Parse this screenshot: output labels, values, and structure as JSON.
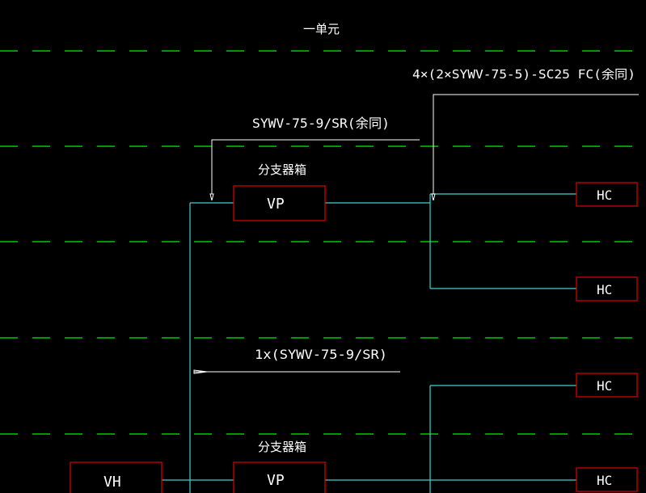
{
  "colors": {
    "background": "#000000",
    "floor_line": "#00c800",
    "box_stroke": "#e00000",
    "wire": "#40d0d0",
    "leader": "#ffffff",
    "text": "#ffffff"
  },
  "labels": {
    "unit_title": "一单元",
    "cable_hc": "4×(2×SYWV-75-5)-SC25 FC(余同)",
    "cable_riser": "SYWV-75-9/SR(余同)",
    "splitter_box_upper": "分支器箱",
    "splitter_box_lower": "分支器箱",
    "cable_single": "1x(SYWV-75-9/SR)"
  },
  "boxes": {
    "vp_upper": "VP",
    "vp_lower": "VP",
    "vh": "VH",
    "hc_1": "HC",
    "hc_2": "HC",
    "hc_3": "HC",
    "hc_4": "HC"
  }
}
